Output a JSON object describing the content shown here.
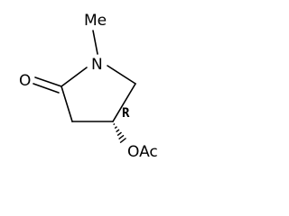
{
  "molecule": {
    "substituent_methyl": "Me",
    "ring_nitrogen": "N",
    "carbonyl_oxygen": "O",
    "stereo_descriptor": "R",
    "acetoxy_group": "OAc"
  }
}
